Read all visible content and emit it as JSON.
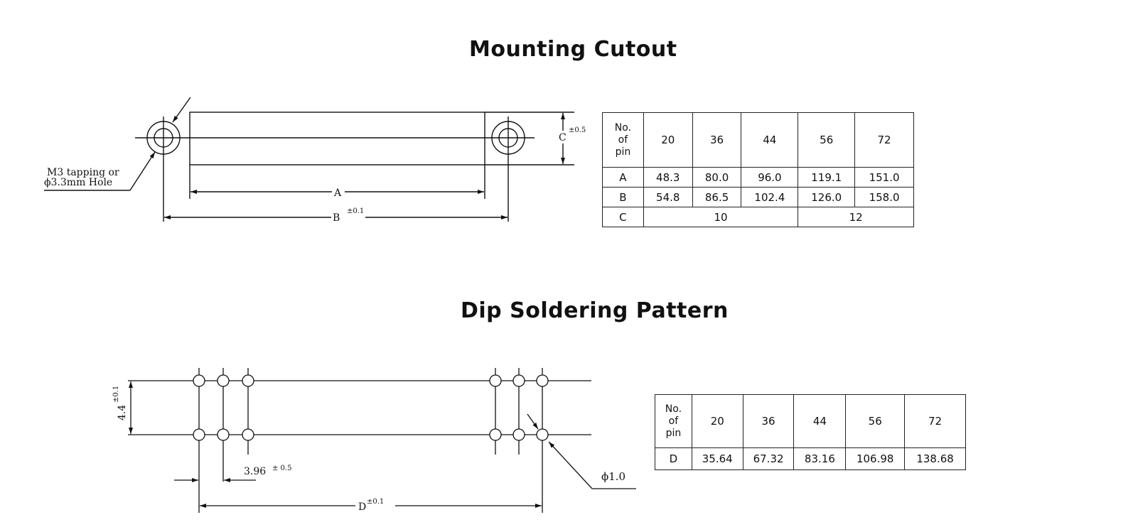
{
  "mounting": {
    "title": "Mounting Cutout",
    "labels": {
      "hole_note_line1": "M3 tapping or",
      "hole_note_line2": "ϕ3.3mm Hole",
      "dim_a": "A",
      "dim_b": "B",
      "dim_b_tol": "±0.1",
      "dim_c": "C",
      "dim_c_tol": "±0.5"
    },
    "table": {
      "header_label": [
        "No.",
        "of",
        "pin"
      ],
      "pins": [
        "20",
        "36",
        "44",
        "56",
        "72"
      ],
      "rows": [
        {
          "label": "A",
          "values": [
            "48.3",
            "80.0",
            "96.0",
            "119.1",
            "151.0"
          ]
        },
        {
          "label": "B",
          "values": [
            "54.8",
            "86.5",
            "102.4",
            "126.0",
            "158.0"
          ]
        }
      ],
      "row_c": {
        "label": "C",
        "value_1": "10",
        "value_2": "12"
      }
    }
  },
  "dip": {
    "title": "Dip Soldering Pattern",
    "labels": {
      "pitch_vertical": "4.4",
      "pitch_vertical_tol": "±0.1",
      "pitch": "3.96",
      "pitch_tol": "± 0.5",
      "hole_dia": "ϕ1.0",
      "dim_d": "D",
      "dim_d_tol": "±0.1"
    },
    "table": {
      "header_label": [
        "No.",
        "of",
        "pin"
      ],
      "pins": [
        "20",
        "36",
        "44",
        "56",
        "72"
      ],
      "rows": [
        {
          "label": "D",
          "values": [
            "35.64",
            "67.32",
            "83.16",
            "106.98",
            "138.68"
          ]
        }
      ]
    }
  }
}
